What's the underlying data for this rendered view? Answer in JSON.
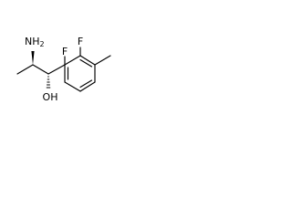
{
  "molecule": {
    "labels": {
      "amine": "NH",
      "amine_subscript": "2",
      "hydroxyl": "OH",
      "fluorine_1": "F",
      "fluorine_2": "F"
    },
    "colors": {
      "bond": "#000000",
      "text": "#000000",
      "background": "#ffffff"
    }
  }
}
